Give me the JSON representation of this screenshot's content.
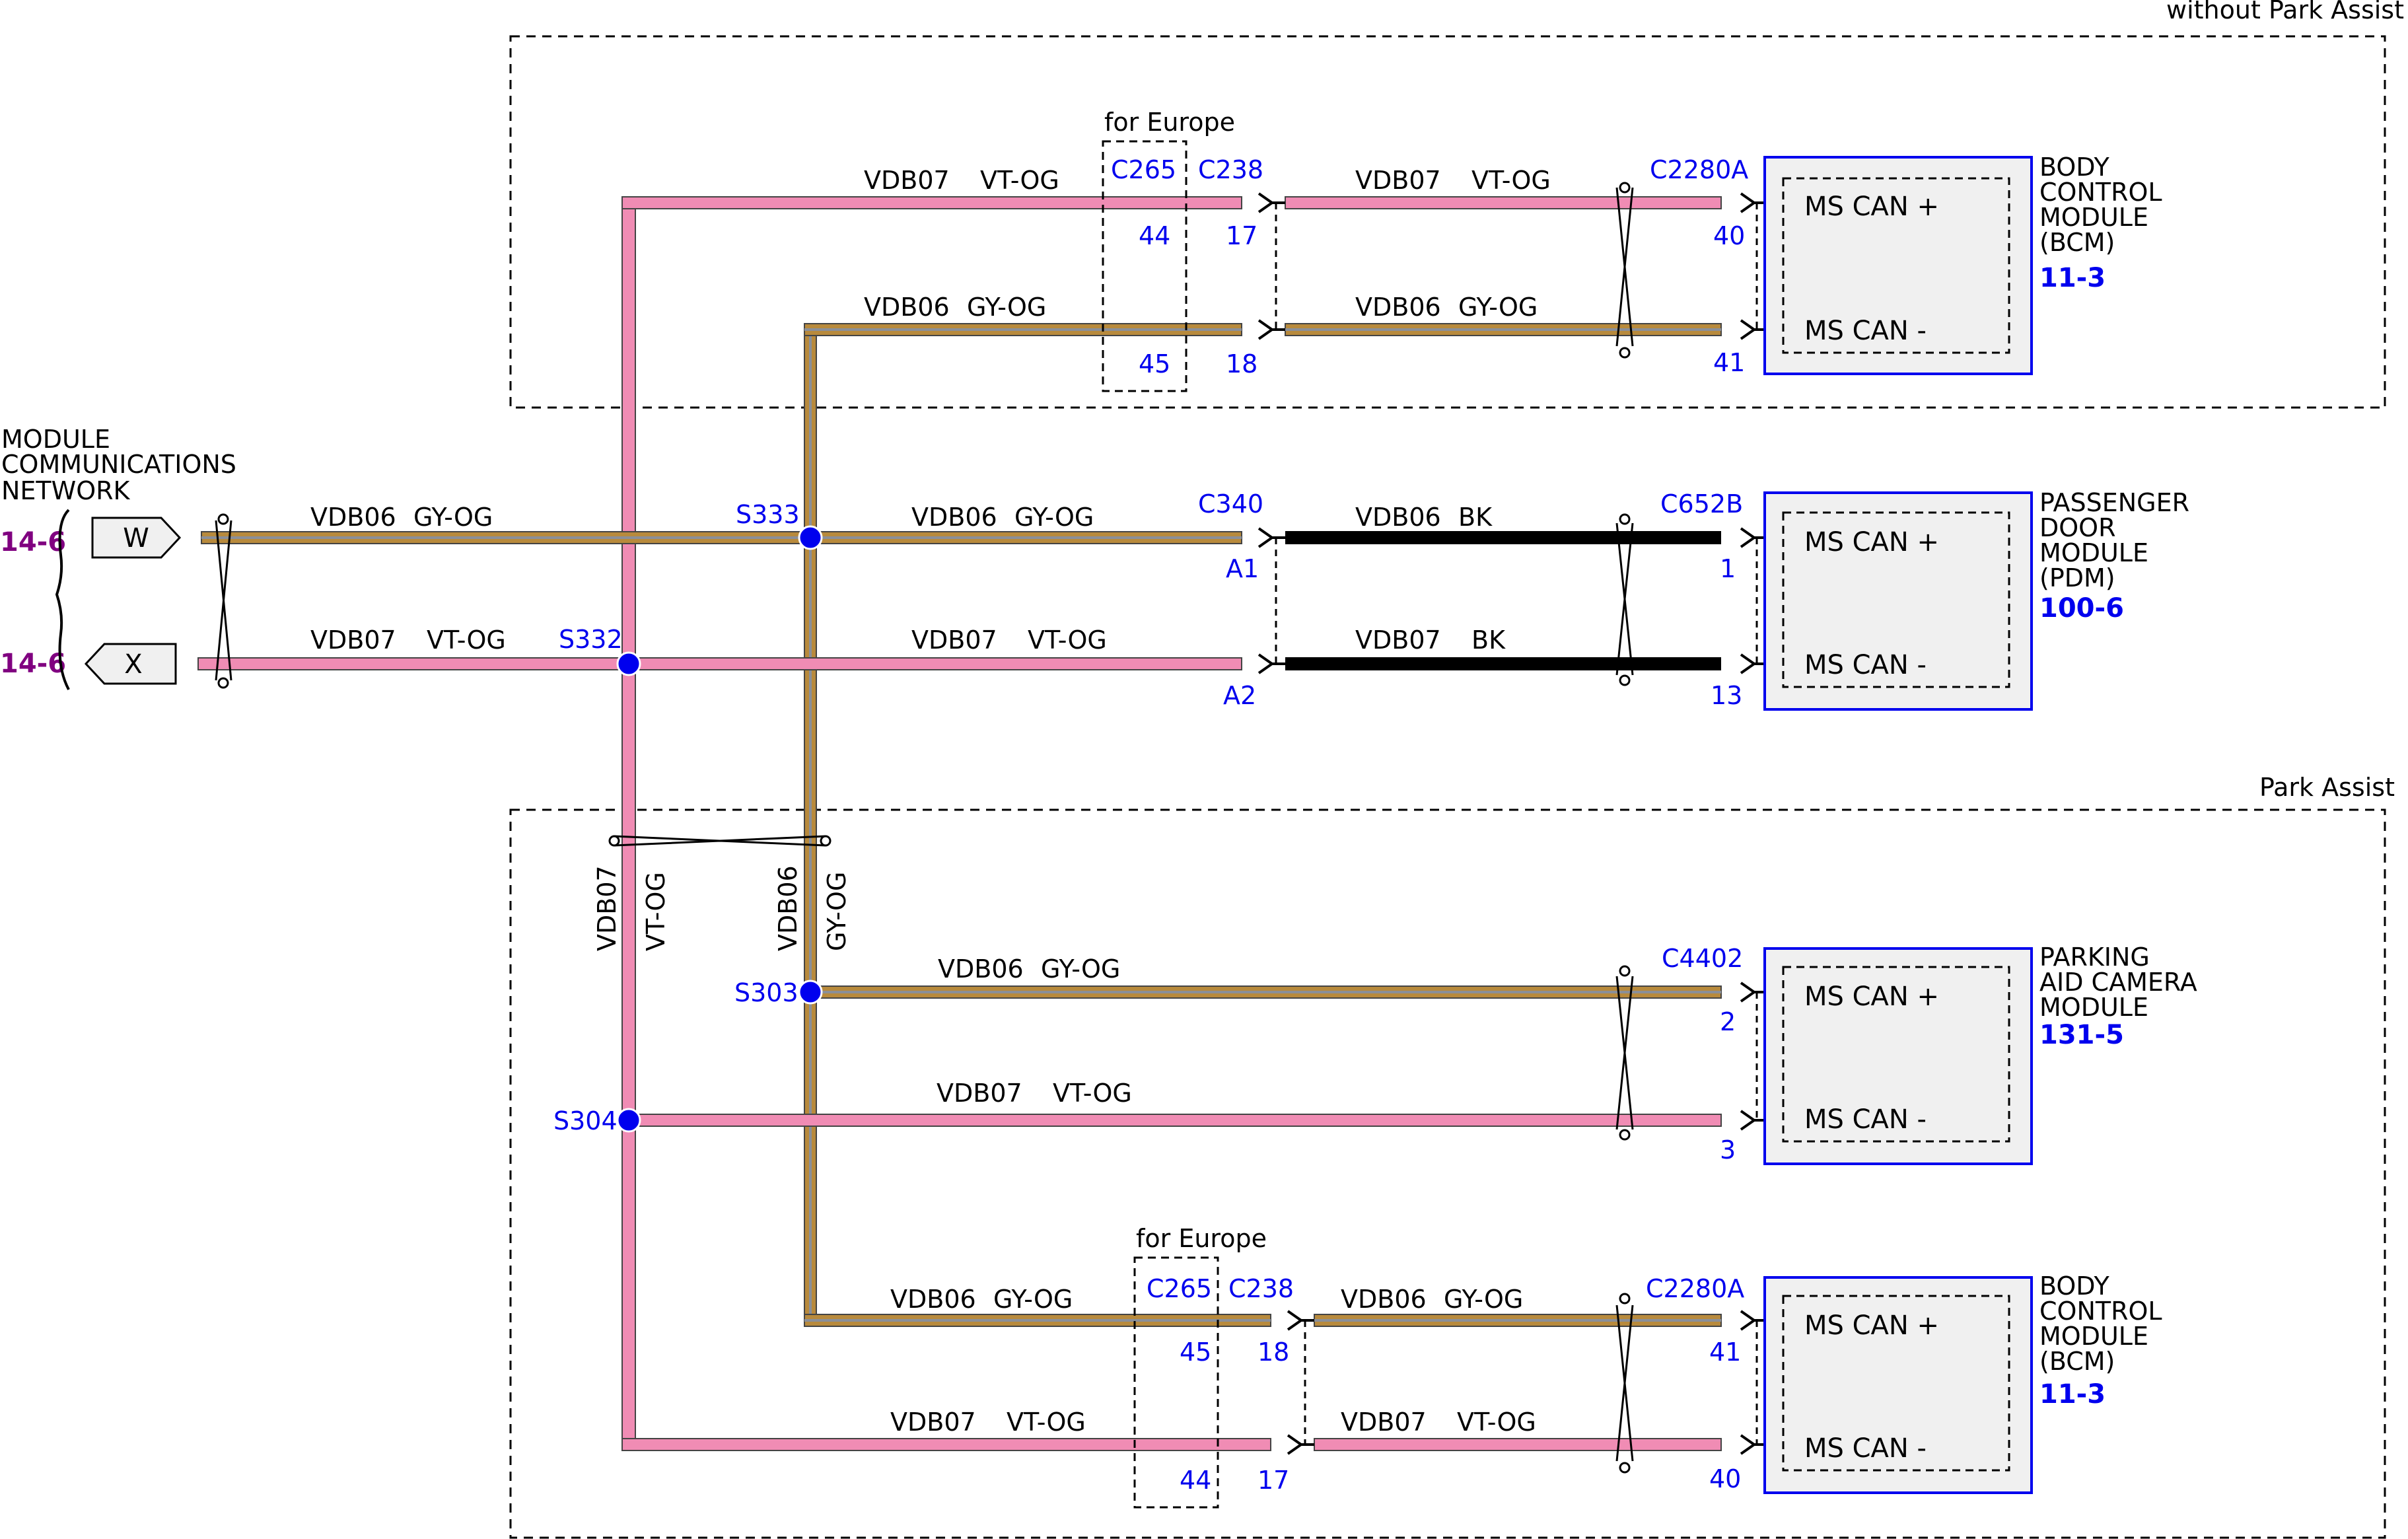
{
  "sections": {
    "without_park_assist": "without Park Assist",
    "park_assist": "Park Assist",
    "for_europe_top": "for Europe",
    "for_europe_bottom": "for Europe"
  },
  "network": {
    "lines": [
      "MODULE",
      "COMMUNICATIONS",
      "NETWORK"
    ],
    "ref_w": "14-6",
    "ref_x": "14-6",
    "term_w": "W",
    "term_x": "X"
  },
  "splices": {
    "s333": "S333",
    "s332": "S332",
    "s303": "S303",
    "s304": "S304"
  },
  "wires": {
    "vdb07": "VDB07",
    "vdb06": "VDB06",
    "vt_og": "VT-OG",
    "gy_og": "GY-OG",
    "bk": "BK"
  },
  "connectors": {
    "c265": "C265",
    "c238": "C238",
    "c2280a": "C2280A",
    "c340": "C340",
    "c652b": "C652B",
    "c4402": "C4402"
  },
  "pins": {
    "top_c265_a": "44",
    "top_c265_b": "45",
    "top_c238_a": "17",
    "top_c238_b": "18",
    "top_bcm_a": "40",
    "top_bcm_b": "41",
    "c340_a": "A1",
    "c340_b": "A2",
    "pdm_a": "1",
    "pdm_b": "13",
    "pacm_a": "2",
    "pacm_b": "3",
    "bot_c265_a": "45",
    "bot_c265_b": "44",
    "bot_c238_a": "18",
    "bot_c238_b": "17",
    "bot_bcm_a": "41",
    "bot_bcm_b": "40"
  },
  "modules": {
    "bcm_top": {
      "lines": [
        "BODY",
        "CONTROL",
        "MODULE",
        "(BCM)"
      ],
      "ref": "11-3",
      "can_plus": "MS CAN +",
      "can_minus": "MS CAN -"
    },
    "pdm": {
      "lines": [
        "PASSENGER",
        "DOOR",
        "MODULE",
        "(PDM)"
      ],
      "ref": "100-6",
      "can_plus": "MS CAN +",
      "can_minus": "MS CAN -"
    },
    "pacm": {
      "lines": [
        "PARKING",
        "AID CAMERA",
        "MODULE"
      ],
      "ref": "131-5",
      "can_plus": "MS CAN +",
      "can_minus": "MS CAN -"
    },
    "bcm_bot": {
      "lines": [
        "BODY",
        "CONTROL",
        "MODULE",
        "(BCM)"
      ],
      "ref": "11-3",
      "can_plus": "MS CAN +",
      "can_minus": "MS CAN -"
    }
  },
  "colors": {
    "vt_og_fill": "#f08cb4",
    "gy_og_fill": "#b88a3c",
    "gy_og_stripe": "#8a8f98",
    "bk_fill": "#000000",
    "splice": "#0000ee",
    "module_fill": "#f0f0f0",
    "module_border": "#0000ee"
  }
}
